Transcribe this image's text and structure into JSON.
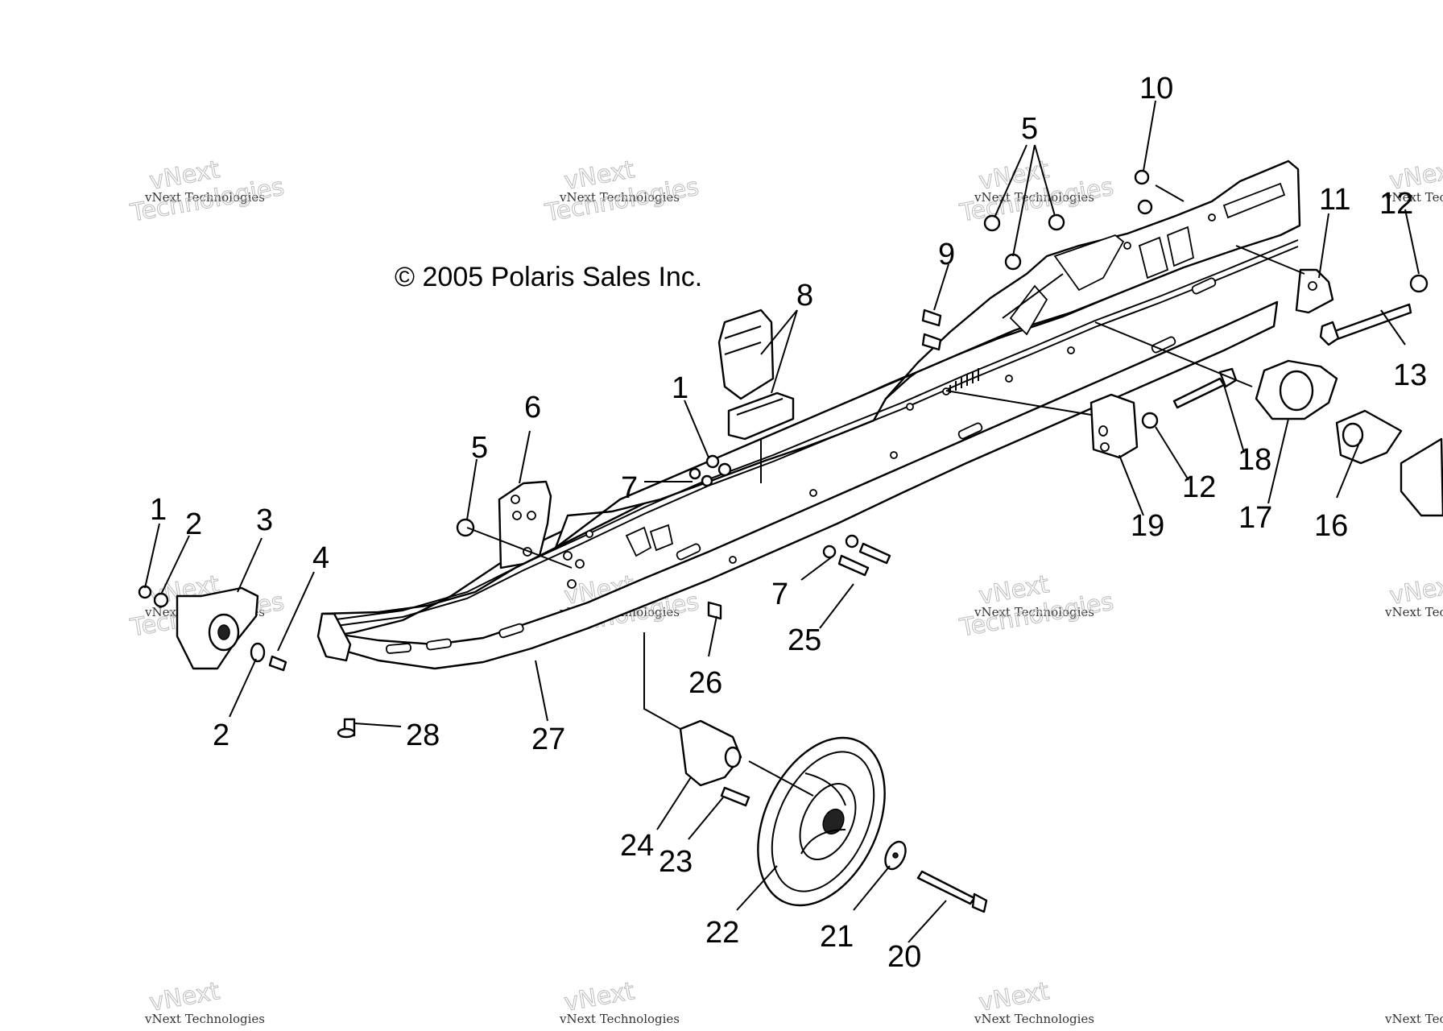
{
  "copyright": "© 2005 Polaris Sales Inc.",
  "watermark": {
    "line1": "vNext Technologies",
    "line2": "Technologies",
    "line3": "vNext"
  },
  "callouts": [
    "1",
    "2",
    "3",
    "4",
    "5",
    "6",
    "7",
    "8",
    "9",
    "10",
    "11",
    "12",
    "13",
    "16",
    "17",
    "18",
    "19",
    "20",
    "21",
    "22",
    "23",
    "24",
    "25",
    "26",
    "27",
    "28"
  ]
}
